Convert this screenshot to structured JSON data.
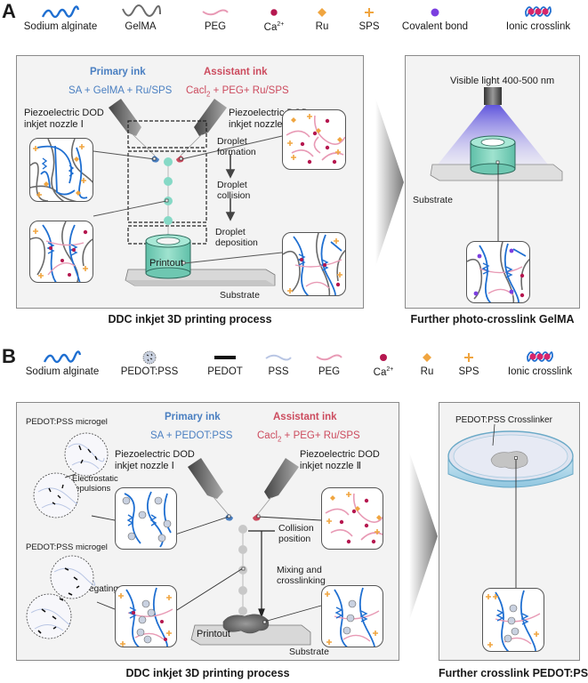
{
  "panel_a": {
    "letter": "A",
    "legend": [
      {
        "icon": "sodium-alginate-icon",
        "label": "Sodium alginate",
        "color": "#1f6fd1"
      },
      {
        "icon": "gelma-icon",
        "label": "GelMA",
        "color": "#6b6b6b"
      },
      {
        "icon": "peg-icon",
        "label": "PEG",
        "color": "#e89ab5"
      },
      {
        "icon": "calcium-ion-icon",
        "label": "Ca",
        "sup": "2+",
        "color": "#b5174f"
      },
      {
        "icon": "ru-icon",
        "label": "Ru",
        "color": "#f0a540"
      },
      {
        "icon": "sps-icon",
        "label": "SPS",
        "color": "#f0a540"
      },
      {
        "icon": "covalent-bond-icon",
        "label": "Covalent bond",
        "color": "#7b3fe0"
      },
      {
        "icon": "ionic-crosslink-icon",
        "label": "Ionic crosslink",
        "color": "#1f6fd1"
      }
    ],
    "primary_ink": {
      "title": "Primary ink",
      "formula": "SA + GelMA + Ru/SPS"
    },
    "assistant_ink": {
      "title": "Assistant ink",
      "formula_pre": "Cacl",
      "formula_sub": "2",
      "formula_post": " + PEG+ Ru/SPS"
    },
    "nozzle_1": {
      "line1": "Piezoelectric DOD",
      "line2": "inkjet nozzle Ⅰ"
    },
    "nozzle_2": {
      "line1": "Piezoelectric DOD",
      "line2": "inkjet nozzle Ⅱ"
    },
    "steps": [
      {
        "line1": "Droplet",
        "line2": "formation"
      },
      {
        "line1": "Droplet",
        "line2": "collision"
      },
      {
        "line1": "Droplet",
        "line2": "deposition"
      }
    ],
    "printout_label": "Printout",
    "substrate_label": "Substrate",
    "left_caption": "DDC inkjet 3D printing process",
    "right": {
      "light_label": "Visible light 400-500 nm",
      "substrate_label": "Substrate",
      "caption": "Further photo-crosslink GelMA"
    }
  },
  "panel_b": {
    "letter": "B",
    "legend": [
      {
        "icon": "sodium-alginate-icon",
        "label": "Sodium alginate",
        "color": "#1f6fd1"
      },
      {
        "icon": "pedot-pss-icon",
        "label": "PEDOT:PSS",
        "color": "#9aa8c0"
      },
      {
        "icon": "pedot-icon",
        "label": "PEDOT",
        "color": "#111111"
      },
      {
        "icon": "pss-icon",
        "label": "PSS",
        "color": "#b9c6e4"
      },
      {
        "icon": "peg-icon",
        "label": "PEG",
        "color": "#e89ab5"
      },
      {
        "icon": "calcium-ion-icon",
        "label": "Ca",
        "sup": "2+",
        "color": "#b5174f"
      },
      {
        "icon": "ru-icon",
        "label": "Ru",
        "color": "#f0a540"
      },
      {
        "icon": "sps-icon",
        "label": "SPS",
        "color": "#f0a540"
      },
      {
        "icon": "ionic-crosslink-icon",
        "label": "Ionic crosslink",
        "color": "#1f6fd1"
      }
    ],
    "primary_ink": {
      "title": "Primary ink",
      "formula": "SA + PEDOT:PSS"
    },
    "assistant_ink": {
      "title": "Assistant ink",
      "formula_pre": "Cacl",
      "formula_sub": "2",
      "formula_post": " + PEG+ Ru/SPS"
    },
    "microgel_label_1": "PEDOT:PSS microgel",
    "microgel_label_2": "PEDOT:PSS microgel",
    "electrostatic": {
      "line1": "Electrostatic",
      "line2": "repulsions"
    },
    "aggregating": "Aggregating",
    "nozzle_1": {
      "line1": "Piezoelectric DOD",
      "line2": "inkjet nozzle Ⅰ"
    },
    "nozzle_2": {
      "line1": "Piezoelectric DOD",
      "line2": "inkjet nozzle Ⅱ"
    },
    "collision": {
      "line1": "Collision",
      "line2": "position"
    },
    "mixing": {
      "line1": "Mixing and",
      "line2": "crosslinking"
    },
    "printout_label": "Printout",
    "substrate_label": "Substrate",
    "left_caption": "DDC inkjet 3D printing process",
    "right": {
      "crosslinker_label": "PEDOT:PSS Crosslinker",
      "caption": "Further crosslink PEDOT:PSS"
    }
  },
  "colors": {
    "primary_ink": "#4a7fc1",
    "assistant_ink": "#cc4b5e",
    "alginate": "#1f6fd1",
    "gelma": "#6b6b6b",
    "peg": "#e89ab5",
    "calcium": "#b5174f",
    "ru_sps": "#f0a540",
    "covalent": "#7b3fe0",
    "droplet_gelma": "#86d9c6",
    "droplet_pedot": "#c8c8c8",
    "light": "#5a4ee0"
  }
}
